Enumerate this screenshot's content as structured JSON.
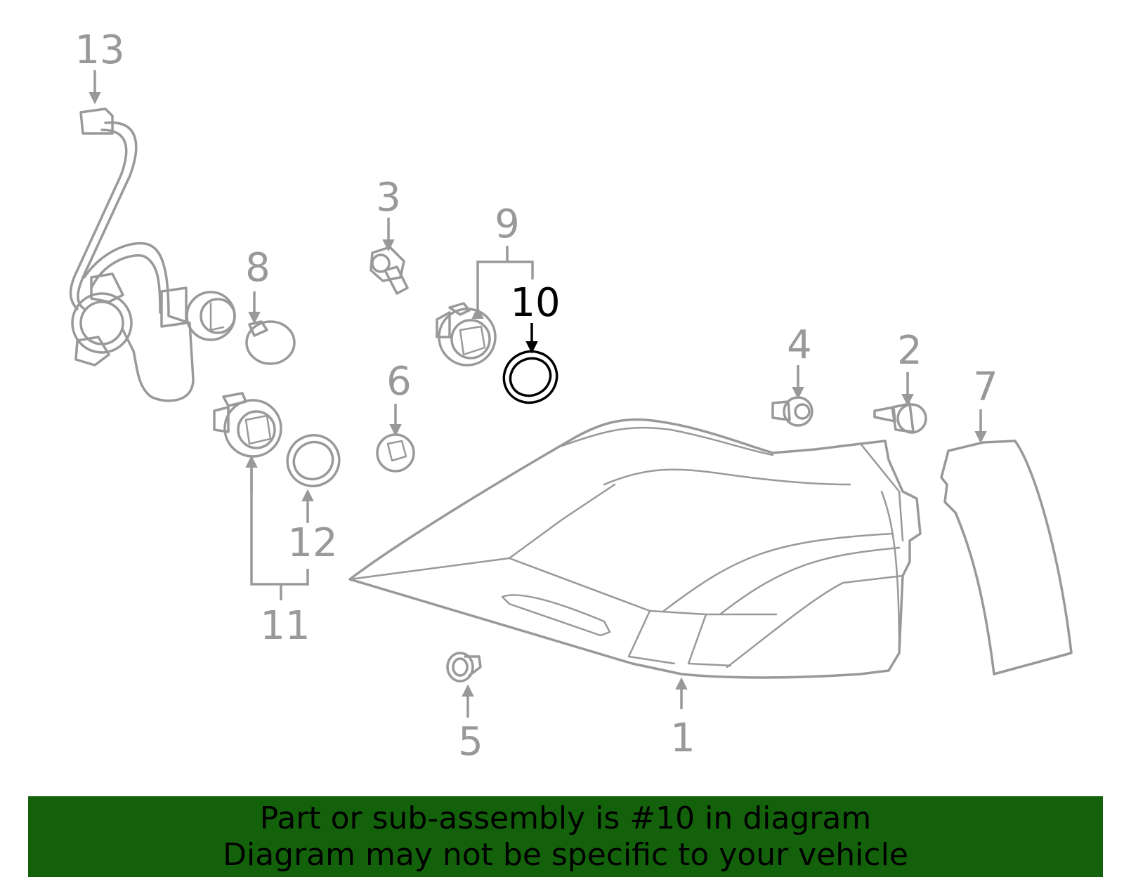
{
  "callouts": {
    "c1": "1",
    "c2": "2",
    "c3": "3",
    "c4": "4",
    "c5": "5",
    "c6": "6",
    "c7": "7",
    "c8": "8",
    "c9": "9",
    "c10": "10",
    "c11": "11",
    "c12": "12",
    "c13": "13"
  },
  "highlighted_part": "10",
  "colors": {
    "part_outline": "#999999",
    "highlight": "#000000",
    "banner_background": "#13620b",
    "banner_text": "#000000"
  },
  "banner": {
    "line1": "Part or sub-assembly is #10 in diagram",
    "line2": "Diagram may not be specific to your vehicle"
  }
}
